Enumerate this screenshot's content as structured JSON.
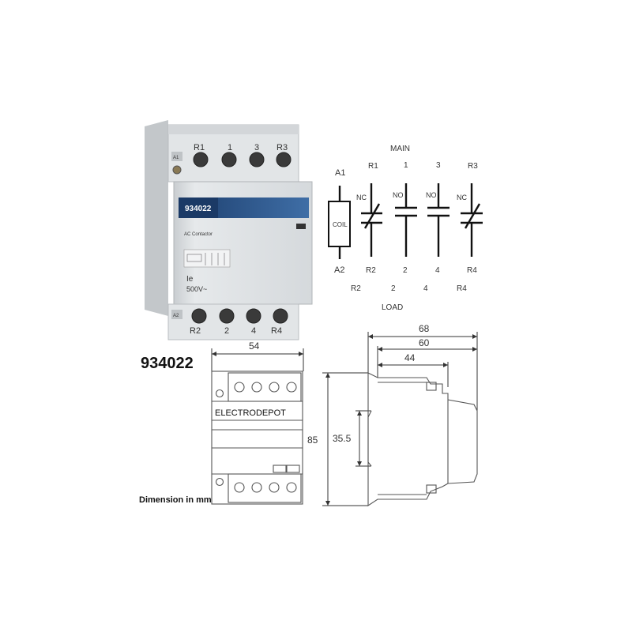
{
  "product": {
    "model_label": "934022",
    "face_text": "AC Contactor",
    "rating_symbol": "Ie",
    "voltage": "500V~",
    "top_terminals": [
      "R1",
      "1",
      "3",
      "R3"
    ],
    "bottom_terminals": [
      "R2",
      "2",
      "4",
      "R4"
    ],
    "coil_top_marker": "A1",
    "coil_bottom_marker": "A2"
  },
  "model_caption": "934022",
  "schematic": {
    "main_label": "MAIN",
    "load_label": "LOAD",
    "coil_label": "COIL",
    "coil_top": "A1",
    "coil_bottom": "A2",
    "top_labels": [
      "R1",
      "1",
      "3",
      "R3"
    ],
    "contact_types": [
      "NC",
      "NO",
      "NO",
      "NC"
    ],
    "contact_bottom_labels": [
      "R2",
      "2",
      "4",
      "R4"
    ],
    "load_labels": [
      "R2",
      "2",
      "4",
      "R4"
    ]
  },
  "dimensions": {
    "front_width": "54",
    "height": "85",
    "inner_height": "35.5",
    "depth_total": "68",
    "depth_60": "60",
    "depth_44": "44",
    "brand": "ELECTRODEPOT",
    "unit_note": "Dimension in mm"
  },
  "colors": {
    "label_blue": "#1f4f86",
    "body_grey": "#e3e6e8",
    "line": "#333333"
  }
}
